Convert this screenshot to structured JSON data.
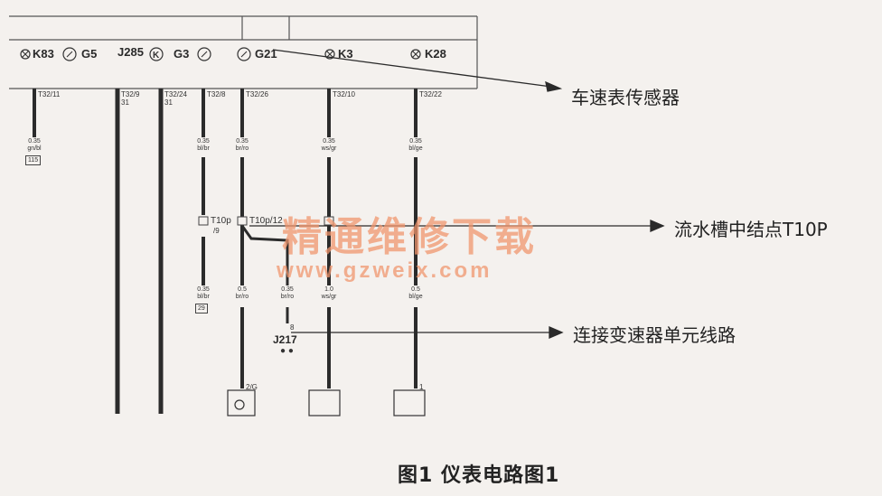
{
  "components": {
    "k83": "K83",
    "g5": "G5",
    "j285": "J285",
    "g3": "G3",
    "g21": "G21",
    "k3": "K3",
    "k28": "K28",
    "j217": "J217"
  },
  "pins": {
    "p1": "T32/11",
    "p2": "T32/9",
    "p2b": "31",
    "p3": "T32/24",
    "p3b": "31",
    "p4": "T32/8",
    "p5": "T32/26",
    "p6": "T32/10",
    "p7": "T32/22",
    "t10p_a": "T10p",
    "t10p_a_pin": "/9",
    "t10p_b": "T10p/12",
    "j217_pin": "8",
    "bot1": "2/G",
    "bot2": "1"
  },
  "wires": {
    "w1": "0.35\ngn/bl",
    "w4": "0.35\nbl/br",
    "w5": "0.35\nbr/ro",
    "w6": "0.35\nws/gr",
    "w7": "0.35\nbl/ge",
    "w4b": "0.35\nbl/br",
    "w5b": "0.5\nbr/ro",
    "w8": "0.35\nbr/ro",
    "w6b": "1.0\nws/gr",
    "w7b": "0.5\nbl/ge"
  },
  "refs": {
    "r1": "115",
    "r2": "29"
  },
  "callouts": {
    "speed_sensor": "车速表传感器",
    "junction": "流水槽中结点T10P",
    "transmission": "连接变速器单元线路"
  },
  "watermark": {
    "title": "精通维修下载",
    "url": "www.gzweix.com"
  },
  "caption": "图1  仪表电路图1"
}
